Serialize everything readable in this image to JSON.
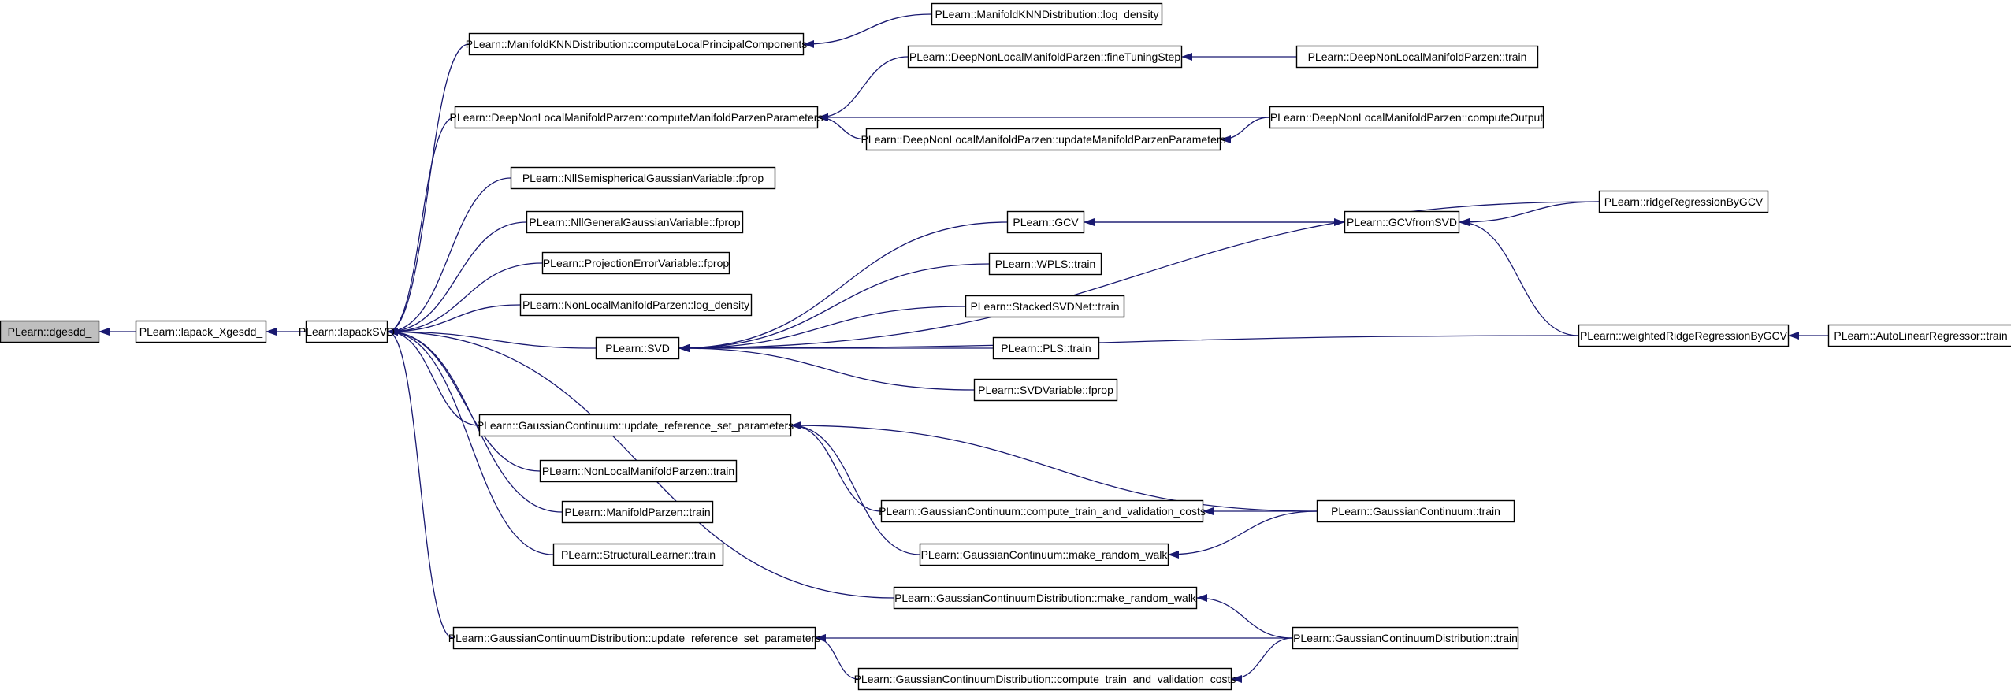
{
  "graph": {
    "nodes": [
      {
        "id": "dgesdd",
        "label": "PLearn::dgesdd_",
        "root": true
      },
      {
        "id": "xgesdd",
        "label": "PLearn::lapack_Xgesdd_"
      },
      {
        "id": "lapackSVD",
        "label": "PLearn::lapackSVD"
      },
      {
        "id": "mknn_clpc",
        "label": "PLearn::ManifoldKNNDistribution::computeLocalPrincipalComponents"
      },
      {
        "id": "mknn_logd",
        "label": "PLearn::ManifoldKNNDistribution::log_density"
      },
      {
        "id": "dnlmp_cmpp",
        "label": "PLearn::DeepNonLocalManifoldParzen::computeManifoldParzenParameters"
      },
      {
        "id": "dnlmp_fts",
        "label": "PLearn::DeepNonLocalManifoldParzen::fineTuningStep"
      },
      {
        "id": "dnlmp_train",
        "label": "PLearn::DeepNonLocalManifoldParzen::train"
      },
      {
        "id": "dnlmp_umpp",
        "label": "PLearn::DeepNonLocalManifoldParzen::updateManifoldParzenParameters"
      },
      {
        "id": "dnlmp_co",
        "label": "PLearn::DeepNonLocalManifoldParzen::computeOutput"
      },
      {
        "id": "nllsemi",
        "label": "PLearn::NllSemisphericalGaussianVariable::fprop"
      },
      {
        "id": "nllgen",
        "label": "PLearn::NllGeneralGaussianVariable::fprop"
      },
      {
        "id": "projerr",
        "label": "PLearn::ProjectionErrorVariable::fprop"
      },
      {
        "id": "nlmp_logd",
        "label": "PLearn::NonLocalManifoldParzen::log_density"
      },
      {
        "id": "svd",
        "label": "PLearn::SVD"
      },
      {
        "id": "gcv",
        "label": "PLearn::GCV"
      },
      {
        "id": "gcvfromsvd",
        "label": "PLearn::GCVfromSVD"
      },
      {
        "id": "ridge",
        "label": "PLearn::ridgeRegressionByGCV"
      },
      {
        "id": "wpls",
        "label": "PLearn::WPLS::train"
      },
      {
        "id": "stacked",
        "label": "PLearn::StackedSVDNet::train"
      },
      {
        "id": "pls",
        "label": "PLearn::PLS::train"
      },
      {
        "id": "svdvar",
        "label": "PLearn::SVDVariable::fprop"
      },
      {
        "id": "wridge",
        "label": "PLearn::weightedRidgeRegressionByGCV"
      },
      {
        "id": "autolin",
        "label": "PLearn::AutoLinearRegressor::train"
      },
      {
        "id": "gc_ursp",
        "label": "PLearn::GaussianContinuum::update_reference_set_parameters"
      },
      {
        "id": "gc_ctvc",
        "label": "PLearn::GaussianContinuum::compute_train_and_validation_costs"
      },
      {
        "id": "gc_train",
        "label": "PLearn::GaussianContinuum::train"
      },
      {
        "id": "gc_mrw",
        "label": "PLearn::GaussianContinuum::make_random_walk"
      },
      {
        "id": "nlmp_train",
        "label": "PLearn::NonLocalManifoldParzen::train"
      },
      {
        "id": "mp_train",
        "label": "PLearn::ManifoldParzen::train"
      },
      {
        "id": "sl_train",
        "label": "PLearn::StructuralLearner::train"
      },
      {
        "id": "gcd_mrw",
        "label": "PLearn::GaussianContinuumDistribution::make_random_walk"
      },
      {
        "id": "gcd_ursp",
        "label": "PLearn::GaussianContinuumDistribution::update_reference_set_parameters"
      },
      {
        "id": "gcd_train",
        "label": "PLearn::GaussianContinuumDistribution::train"
      },
      {
        "id": "gcd_ctvc",
        "label": "PLearn::GaussianContinuumDistribution::compute_train_and_validation_costs"
      }
    ],
    "edges": [
      [
        "xgesdd",
        "dgesdd"
      ],
      [
        "lapackSVD",
        "xgesdd"
      ],
      [
        "mknn_clpc",
        "lapackSVD"
      ],
      [
        "mknn_logd",
        "mknn_clpc"
      ],
      [
        "dnlmp_cmpp",
        "lapackSVD"
      ],
      [
        "dnlmp_fts",
        "dnlmp_cmpp"
      ],
      [
        "dnlmp_train",
        "dnlmp_fts"
      ],
      [
        "dnlmp_co",
        "dnlmp_cmpp"
      ],
      [
        "dnlmp_umpp",
        "dnlmp_cmpp"
      ],
      [
        "dnlmp_co",
        "dnlmp_umpp"
      ],
      [
        "nllsemi",
        "lapackSVD"
      ],
      [
        "nllgen",
        "lapackSVD"
      ],
      [
        "projerr",
        "lapackSVD"
      ],
      [
        "nlmp_logd",
        "lapackSVD"
      ],
      [
        "svd",
        "lapackSVD"
      ],
      [
        "ridge",
        "svd"
      ],
      [
        "gcv",
        "svd"
      ],
      [
        "wpls",
        "svd"
      ],
      [
        "stacked",
        "svd"
      ],
      [
        "pls",
        "svd"
      ],
      [
        "svdvar",
        "svd"
      ],
      [
        "wridge",
        "svd"
      ],
      [
        "gcvfromsvd",
        "gcv"
      ],
      [
        "gcv",
        "gcvfromsvd"
      ],
      [
        "ridge",
        "gcvfromsvd"
      ],
      [
        "wridge",
        "gcvfromsvd"
      ],
      [
        "autolin",
        "wridge"
      ],
      [
        "gc_ursp",
        "lapackSVD"
      ],
      [
        "gc_train",
        "gc_ursp"
      ],
      [
        "gc_ctvc",
        "gc_ursp"
      ],
      [
        "gc_mrw",
        "gc_ursp"
      ],
      [
        "gc_train",
        "gc_ctvc"
      ],
      [
        "gc_train",
        "gc_mrw"
      ],
      [
        "nlmp_train",
        "lapackSVD"
      ],
      [
        "mp_train",
        "lapackSVD"
      ],
      [
        "sl_train",
        "lapackSVD"
      ],
      [
        "gcd_mrw",
        "lapackSVD"
      ],
      [
        "gcd_ursp",
        "lapackSVD"
      ],
      [
        "gcd_train",
        "gcd_mrw"
      ],
      [
        "gcd_train",
        "gcd_ursp"
      ],
      [
        "gcd_ctvc",
        "gcd_ursp"
      ],
      [
        "gcd_train",
        "gcd_ctvc"
      ]
    ],
    "colors": {
      "edge": "#191970",
      "node_border": "#000000",
      "root_fill": "#bfbfbf",
      "node_fill": "#ffffff"
    }
  }
}
